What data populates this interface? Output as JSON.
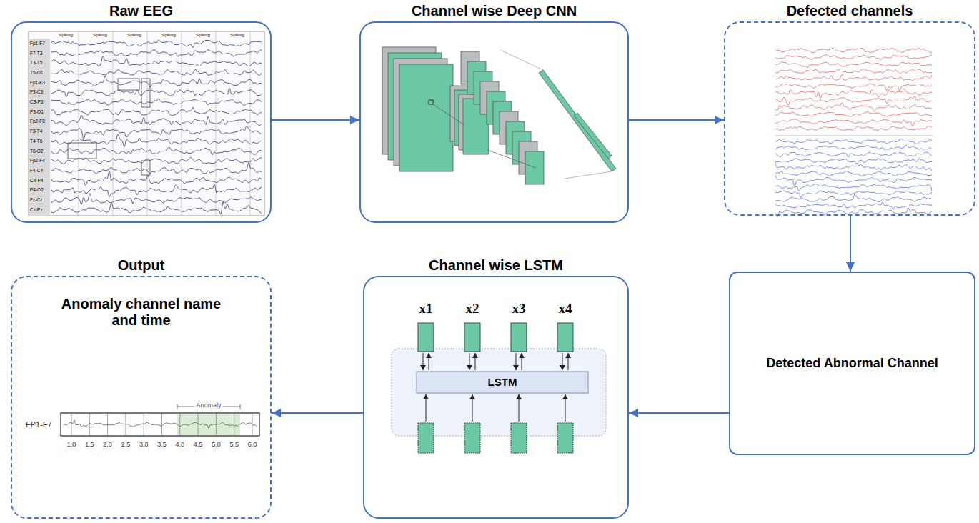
{
  "diagram": {
    "nodes": [
      {
        "text": [
          "Raw EEG"
        ]
      },
      {
        "text": [
          "Channel wise Deep CNN"
        ]
      },
      {
        "text": [
          "Defected channels"
        ]
      },
      {
        "text": [
          "Detected Abnormal Channel"
        ]
      },
      {
        "text": [
          "Channel wise LSTM"
        ]
      },
      {
        "text": [
          "Output",
          "Anomaly channel name and time"
        ]
      }
    ],
    "edges": [
      {
        "from": 0,
        "to": 1,
        "arrow": "to"
      },
      {
        "from": 1,
        "to": 2,
        "arrow": "to"
      },
      {
        "from": 2,
        "to": 3,
        "arrow": "to"
      },
      {
        "from": 3,
        "to": 4,
        "arrow": "to"
      },
      {
        "from": 4,
        "to": 5,
        "arrow": "to"
      }
    ],
    "labels": [
      "Spiking",
      "Spiking",
      "Spiking",
      "Spiking",
      "Spiking",
      "Spiking",
      "Fp1-F7",
      "F7-T3",
      "T3-T5",
      "T5-O1",
      "Fp1-F3",
      "F3-C3",
      "C3-P3",
      "P3-O1",
      "Fp2-F8",
      "F8-T4",
      "T4-T6",
      "T6-O2",
      "Fp2-F4",
      "F4-C4",
      "C4-P4",
      "P4-O2",
      "Fz-Cz",
      "Cz-Pz",
      "x1",
      "x2",
      "x3",
      "x4",
      "LSTM",
      "Anomaly",
      "FP1-F7",
      "1.0",
      "1.5",
      "2.0",
      "2.5",
      "3.0",
      "3.5",
      "4.0",
      "4.5",
      "5.0",
      "5.5",
      "6.0"
    ]
  }
}
